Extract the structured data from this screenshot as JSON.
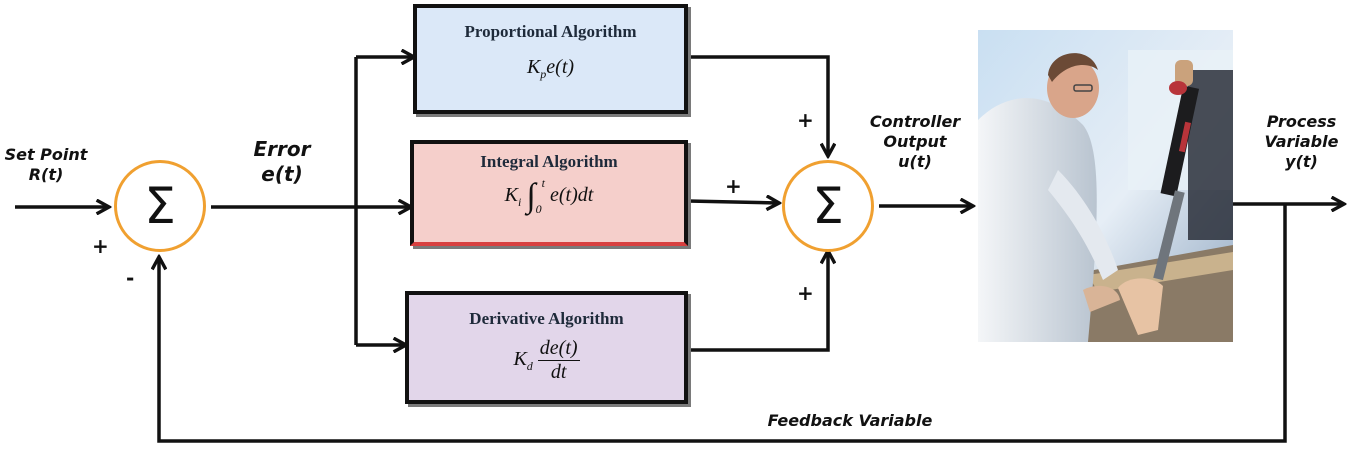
{
  "input": {
    "line1": "Set Point",
    "line2": "R(t)"
  },
  "error": {
    "line1": "Error",
    "line2": "e(t)"
  },
  "summer1": {
    "symbol": "Σ",
    "plus": "+",
    "minus": "-"
  },
  "summer2": {
    "symbol": "Σ",
    "plus_top": "+",
    "plus_left": "+",
    "plus_bottom": "+"
  },
  "proportional": {
    "title": "Proportional Algorithm"
  },
  "integral": {
    "title": "Integral  Algorithm"
  },
  "derivative": {
    "title": "Derivative Algorithm"
  },
  "controller_output": {
    "line1": "Controller",
    "line2": "Output",
    "line3": "u(t)"
  },
  "process_variable": {
    "line1": "Process",
    "line2": "Variable",
    "line3": "y(t)"
  },
  "feedback": {
    "label": "Feedback Variable"
  },
  "colors": {
    "proportional_fill": "#dbe8f8",
    "integral_fill": "#f5cfcb",
    "derivative_fill": "#e2d6ea",
    "summer_ring": "#f0a030",
    "wire": "#111111"
  },
  "process_icon": "engineer-with-prosthetic-leg-photo"
}
